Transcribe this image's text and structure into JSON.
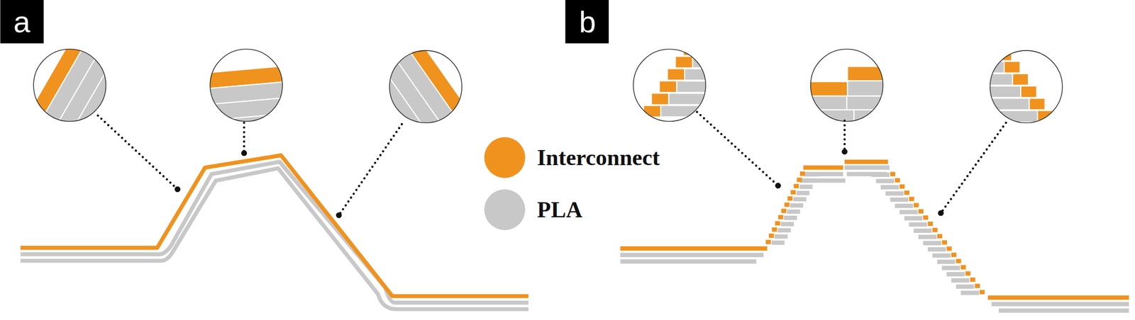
{
  "diagram": {
    "labels": [
      "a",
      "b"
    ],
    "legend": [
      {
        "text": "Interconnect",
        "color": "#F0921E"
      },
      {
        "text": "PLA",
        "color": "#C8C8C8"
      }
    ]
  }
}
